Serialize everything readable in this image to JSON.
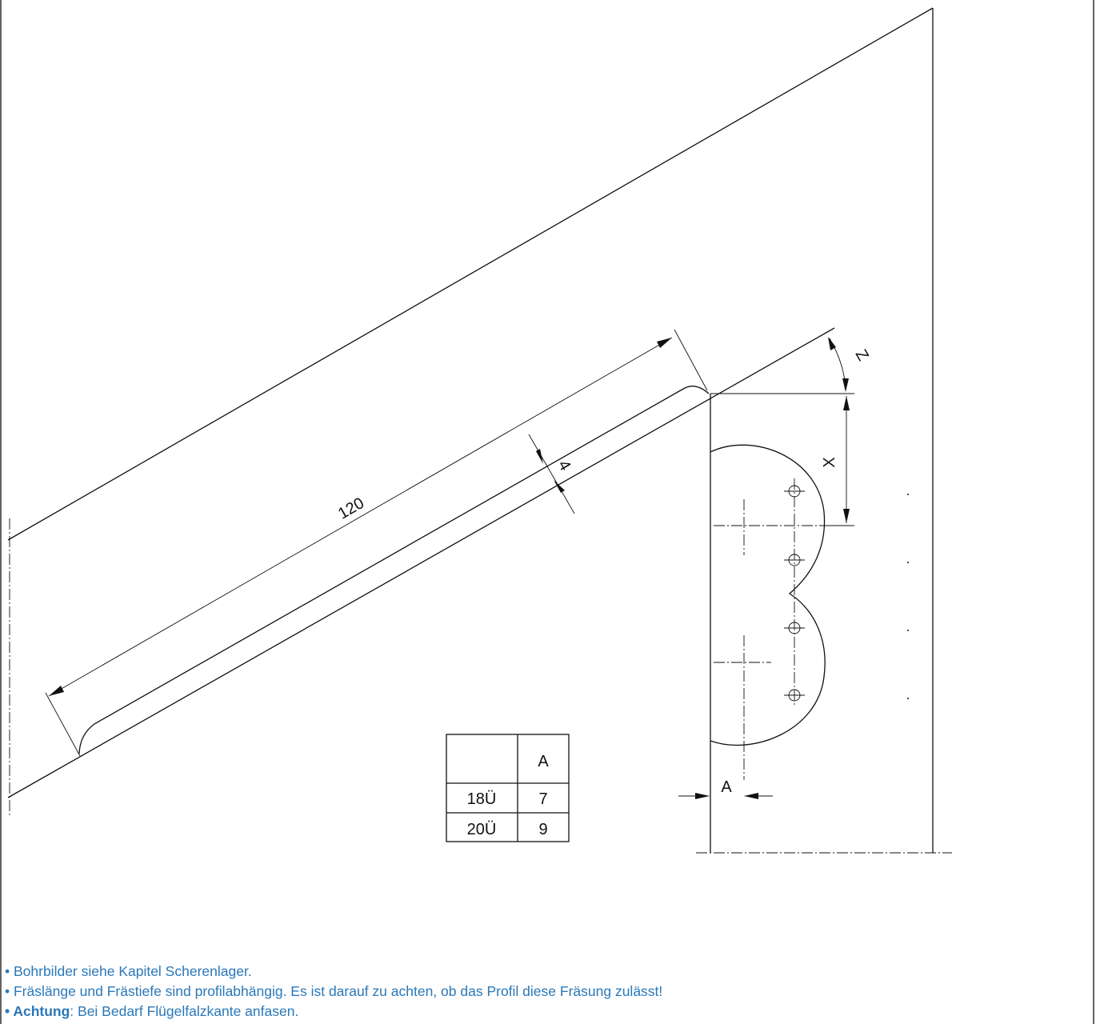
{
  "dimensions": {
    "length": "120",
    "depth": "4",
    "x": "X",
    "z": "Z",
    "a": "A"
  },
  "table": {
    "header": [
      "",
      "A"
    ],
    "rows": [
      {
        "label": "18Ü",
        "value": "7"
      },
      {
        "label": "20Ü",
        "value": "9"
      }
    ]
  },
  "notes": [
    {
      "prefix": "",
      "text": "• Bohrbilder siehe Kapitel Scherenlager."
    },
    {
      "prefix": "",
      "text": "• Fräslänge und Frästiefe sind profilabhängig. Es ist darauf zu achten, ob das Profil diese Fräsung zulässt!"
    },
    {
      "prefix": "• Achtung",
      "text": ": Bei Bedarf Flügelfalzkante anfasen."
    }
  ],
  "colors": {
    "line": "#111111",
    "note_text": "#2a78b8"
  }
}
